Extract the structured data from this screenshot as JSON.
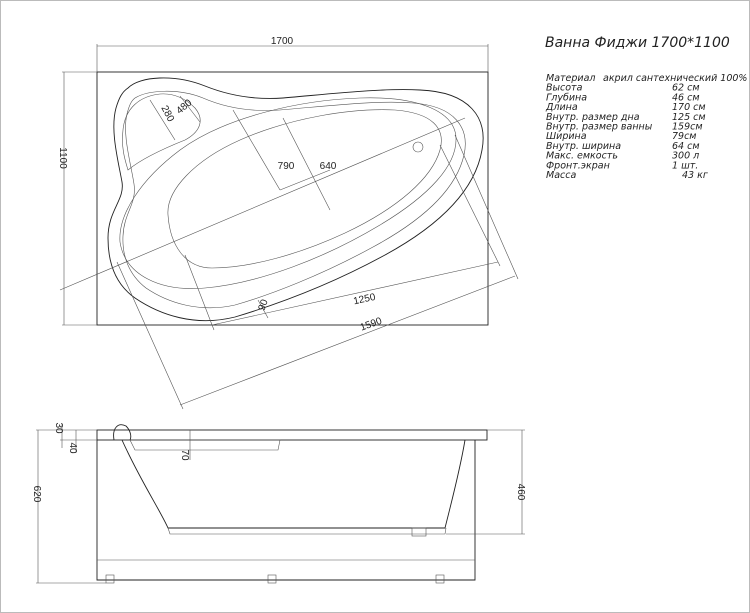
{
  "title": "Ванна Фиджи 1700*1100",
  "specs": [
    {
      "label": "Материал",
      "value": "акрил сантехнический 100%"
    },
    {
      "label": "Высота",
      "value": "62 см"
    },
    {
      "label": "Глубина",
      "value": "46 см"
    },
    {
      "label": "Длина",
      "value": "170 см"
    },
    {
      "label": "Внутр. размер дна",
      "value": "125 см"
    },
    {
      "label": "Внутр. размер ванны",
      "value": "159см"
    },
    {
      "label": "Ширина",
      "value": "79см"
    },
    {
      "label": "Внутр. ширина",
      "value": "64 см"
    },
    {
      "label": "Макс. емкость",
      "value": "300 л"
    },
    {
      "label": "Фронт.экран",
      "value": "1 шт."
    },
    {
      "label": "Масса",
      "value": "43 кг"
    }
  ],
  "dimensions": {
    "length": "1700",
    "width": "1100",
    "d280": "280",
    "d480": "480",
    "d790": "790",
    "d640": "640",
    "d90": "90",
    "d1250": "1250",
    "d1590": "1590",
    "d30": "30",
    "d40": "40",
    "d70": "70",
    "d620": "620",
    "d460": "460"
  }
}
